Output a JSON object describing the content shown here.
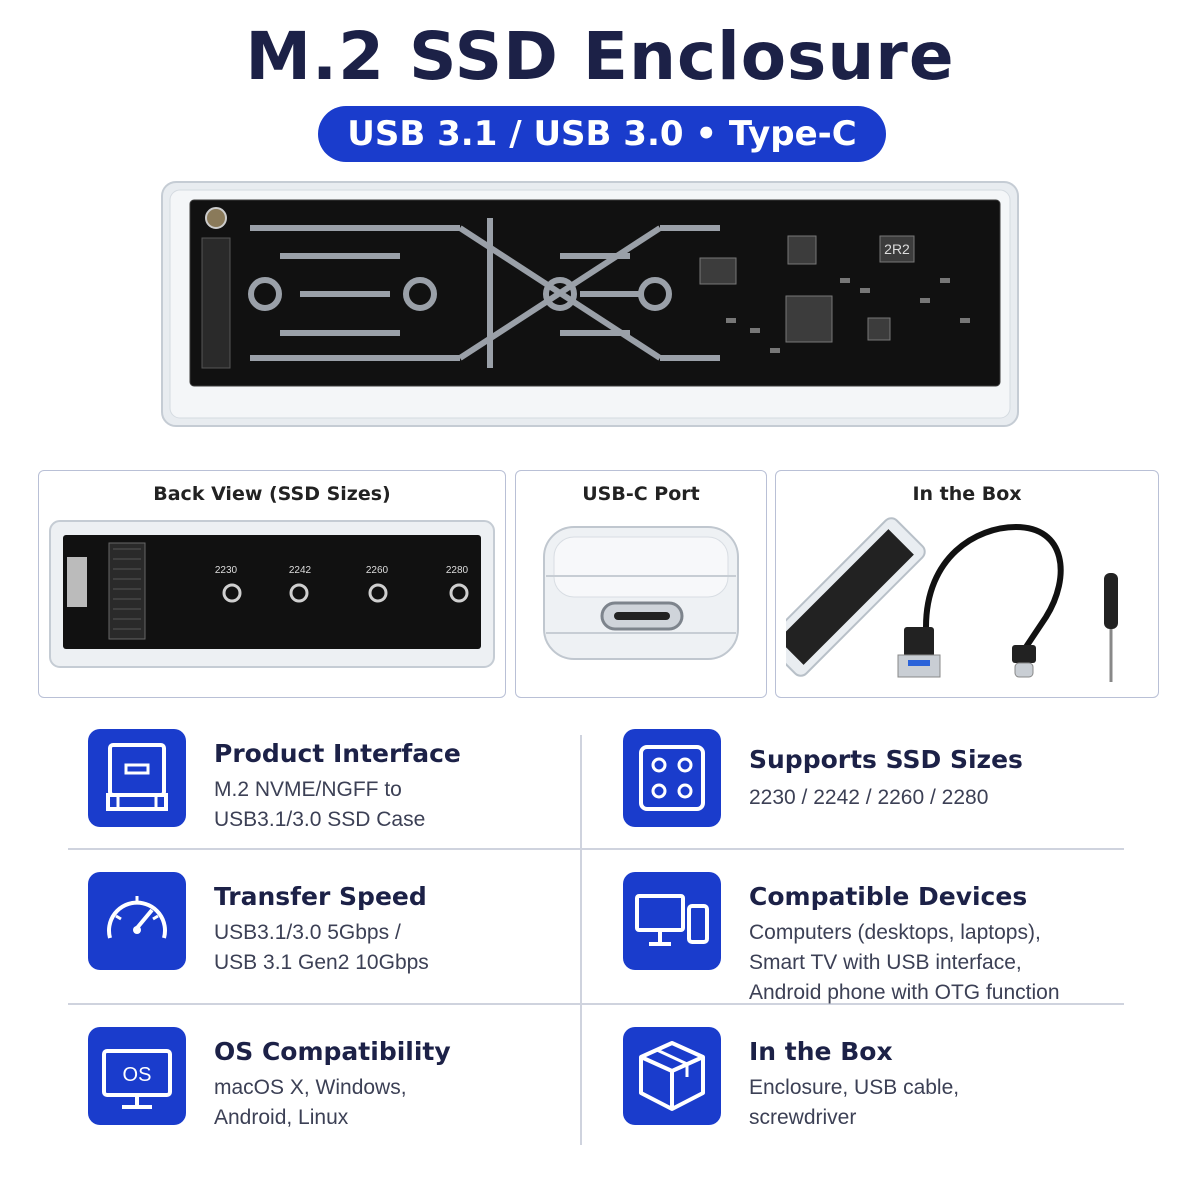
{
  "title": "M.2 SSD Enclosure",
  "subtitle": "USB 3.1 / USB 3.0 • Type-C",
  "hero": {
    "chip_label": "2R2"
  },
  "panels": [
    {
      "title": "Back View (SSD Sizes)",
      "sizes": [
        "2230",
        "2242",
        "2260",
        "2280"
      ]
    },
    {
      "title": "USB-C Port"
    },
    {
      "title": "In the Box"
    }
  ],
  "features": [
    {
      "icon": "interface-icon",
      "title": "Product Interface",
      "lines": [
        "M.2 NVME/NGFF to",
        "USB3.1/3.0 SSD Case"
      ]
    },
    {
      "icon": "ssd-sizes-icon",
      "title": "Supports SSD Sizes",
      "lines": [
        "2230 / 2242 / 2260 / 2280"
      ]
    },
    {
      "icon": "speedometer-icon",
      "title": "Transfer Speed",
      "lines": [
        "USB3.1/3.0 5Gbps  /",
        "USB 3.1 Gen2 10Gbps"
      ]
    },
    {
      "icon": "devices-icon",
      "title": "Compatible Devices",
      "lines": [
        "Computers (desktops, laptops),",
        "Smart TV with USB interface,",
        "Android phone with OTG function"
      ]
    },
    {
      "icon": "os-monitor-icon",
      "title": "OS Compatibility",
      "lines": [
        "macOS X, Windows,",
        "Android, Linux"
      ],
      "icon_label": "OS"
    },
    {
      "icon": "box-icon",
      "title": "In the Box",
      "lines": [
        "Enclosure, USB cable,",
        "screwdriver"
      ]
    }
  ],
  "colors": {
    "accent": "#1a3ccc",
    "title": "#1c2147",
    "board": "#111111"
  }
}
